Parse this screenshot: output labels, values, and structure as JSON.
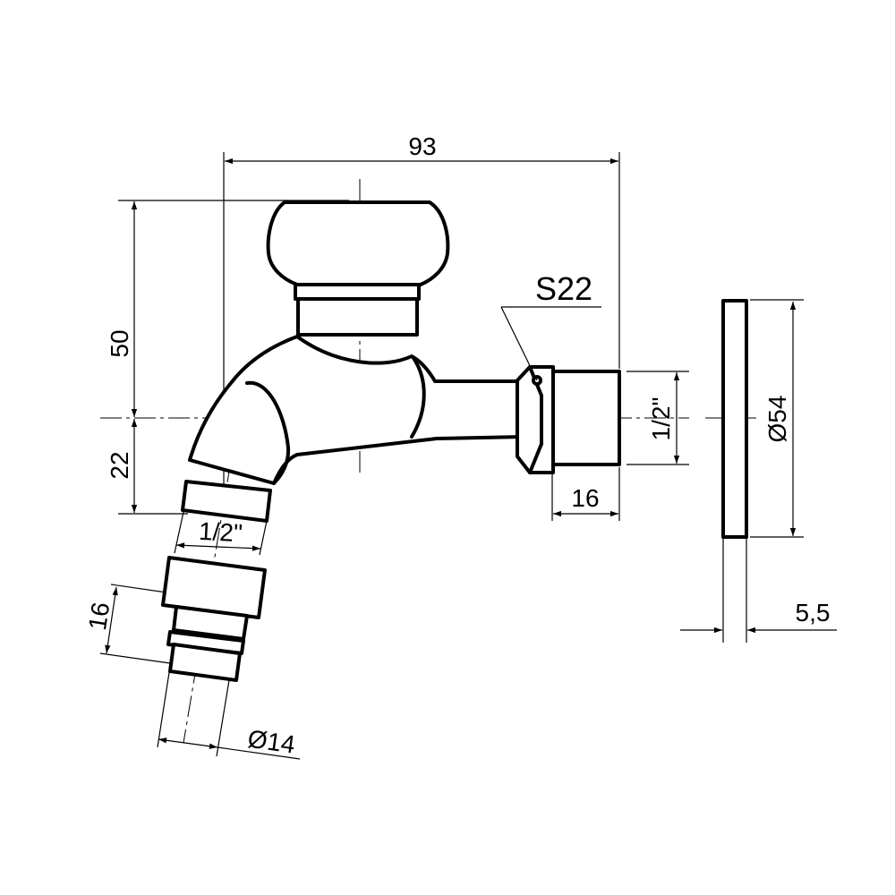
{
  "drawing": {
    "callout": "S22",
    "dimensions": {
      "overall_length": "93",
      "height_upper": "50",
      "height_lower": "22",
      "thread_right": "1/2\"",
      "thread_length_right": "16",
      "thread_outlet": "1/2\"",
      "connector_length": "16",
      "connector_diameter": "Ø14",
      "rosette_diameter": "Ø54",
      "rosette_thickness": "5,5"
    }
  }
}
